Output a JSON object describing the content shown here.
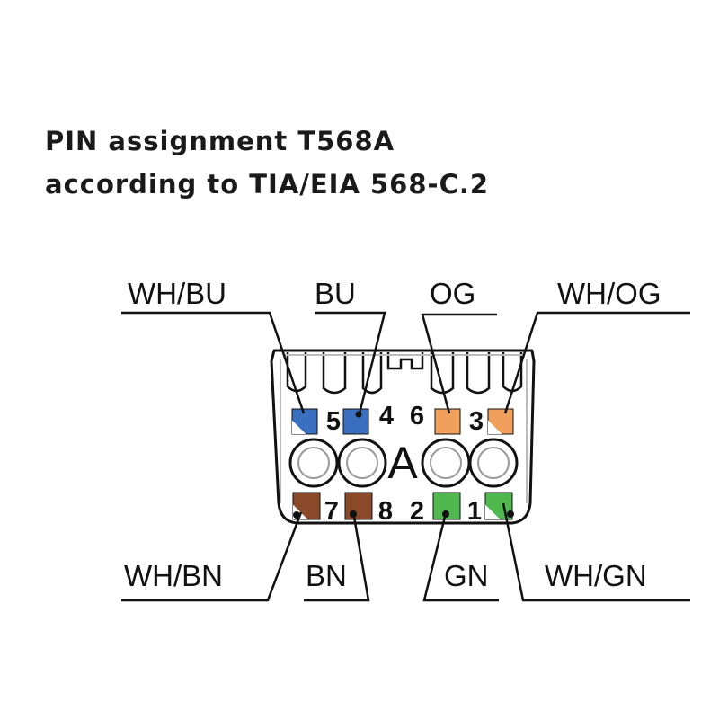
{
  "title": {
    "line1": "PIN assignment T568A",
    "line2": "according to TIA/EIA 568-C.2"
  },
  "jack_label": "A",
  "colors": {
    "blue": "#3a6fc0",
    "orange": "#f0a05a",
    "brown": "#8a4a2a",
    "green": "#4fb84f",
    "line": "#111111",
    "bu_label": "#888888"
  },
  "wires": [
    {
      "id": "wh-bu",
      "label": "WH/BU",
      "pin": "5",
      "color": "blue",
      "striped": true
    },
    {
      "id": "bu",
      "label": "BU",
      "pin": "4",
      "color": "blue",
      "striped": false
    },
    {
      "id": "og",
      "label": "OG",
      "pin": "6",
      "color": "orange",
      "striped": false
    },
    {
      "id": "wh-og",
      "label": "WH/OG",
      "pin": "3",
      "color": "orange",
      "striped": true
    },
    {
      "id": "wh-bn",
      "label": "WH/BN",
      "pin": "7",
      "color": "brown",
      "striped": true
    },
    {
      "id": "bn",
      "label": "BN",
      "pin": "8",
      "color": "brown",
      "striped": false
    },
    {
      "id": "gn",
      "label": "GN",
      "pin": "2",
      "color": "green",
      "striped": false
    },
    {
      "id": "wh-gn",
      "label": "WH/GN",
      "pin": "1",
      "color": "green",
      "striped": true
    }
  ]
}
